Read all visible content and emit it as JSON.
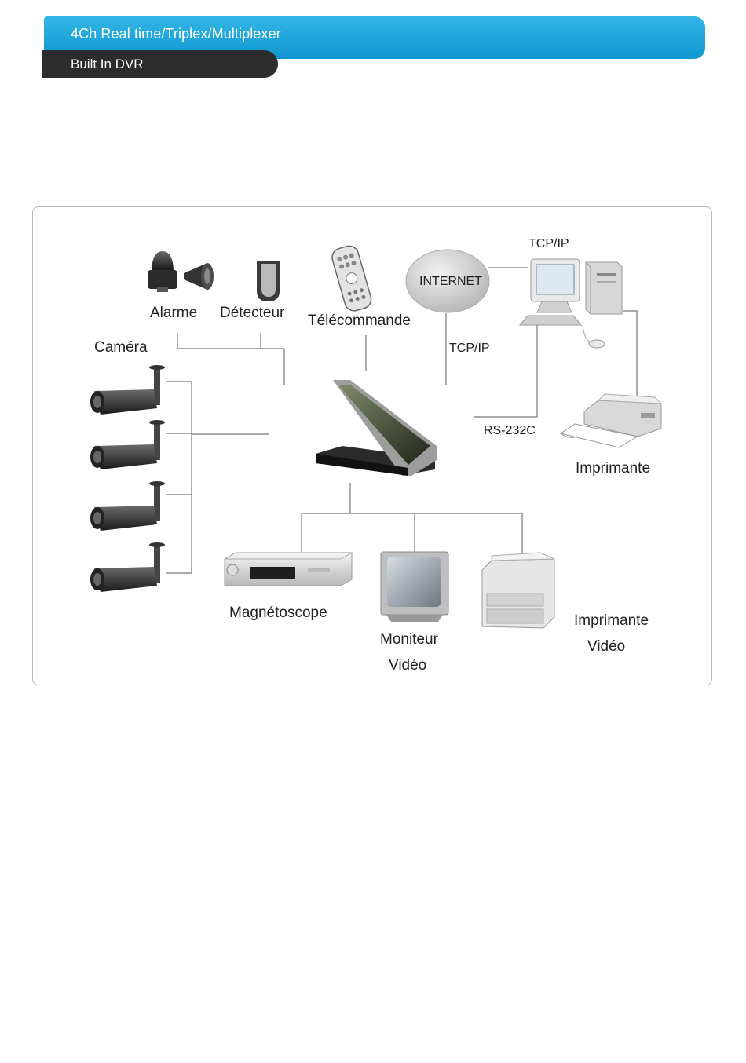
{
  "header": {
    "title": "4Ch Real time/Triplex/Multiplexer",
    "subtitle": "Built In DVR"
  },
  "diagram": {
    "nodes": {
      "alarm": "Alarme",
      "detector": "Détecteur",
      "remote": "Télécommande",
      "camera": "Caméra",
      "internet": "INTERNET",
      "printer": "Imprimante",
      "vcr": "Magnétoscope",
      "monitor_line1": "Moniteur",
      "monitor_line2": "Vidéo",
      "video_printer_line1": "Imprimante",
      "video_printer_line2": "Vidéo"
    },
    "connections": {
      "tcpip_pc": "TCP/IP",
      "tcpip_dvr": "TCP/IP",
      "rs232": "RS-232C"
    }
  }
}
